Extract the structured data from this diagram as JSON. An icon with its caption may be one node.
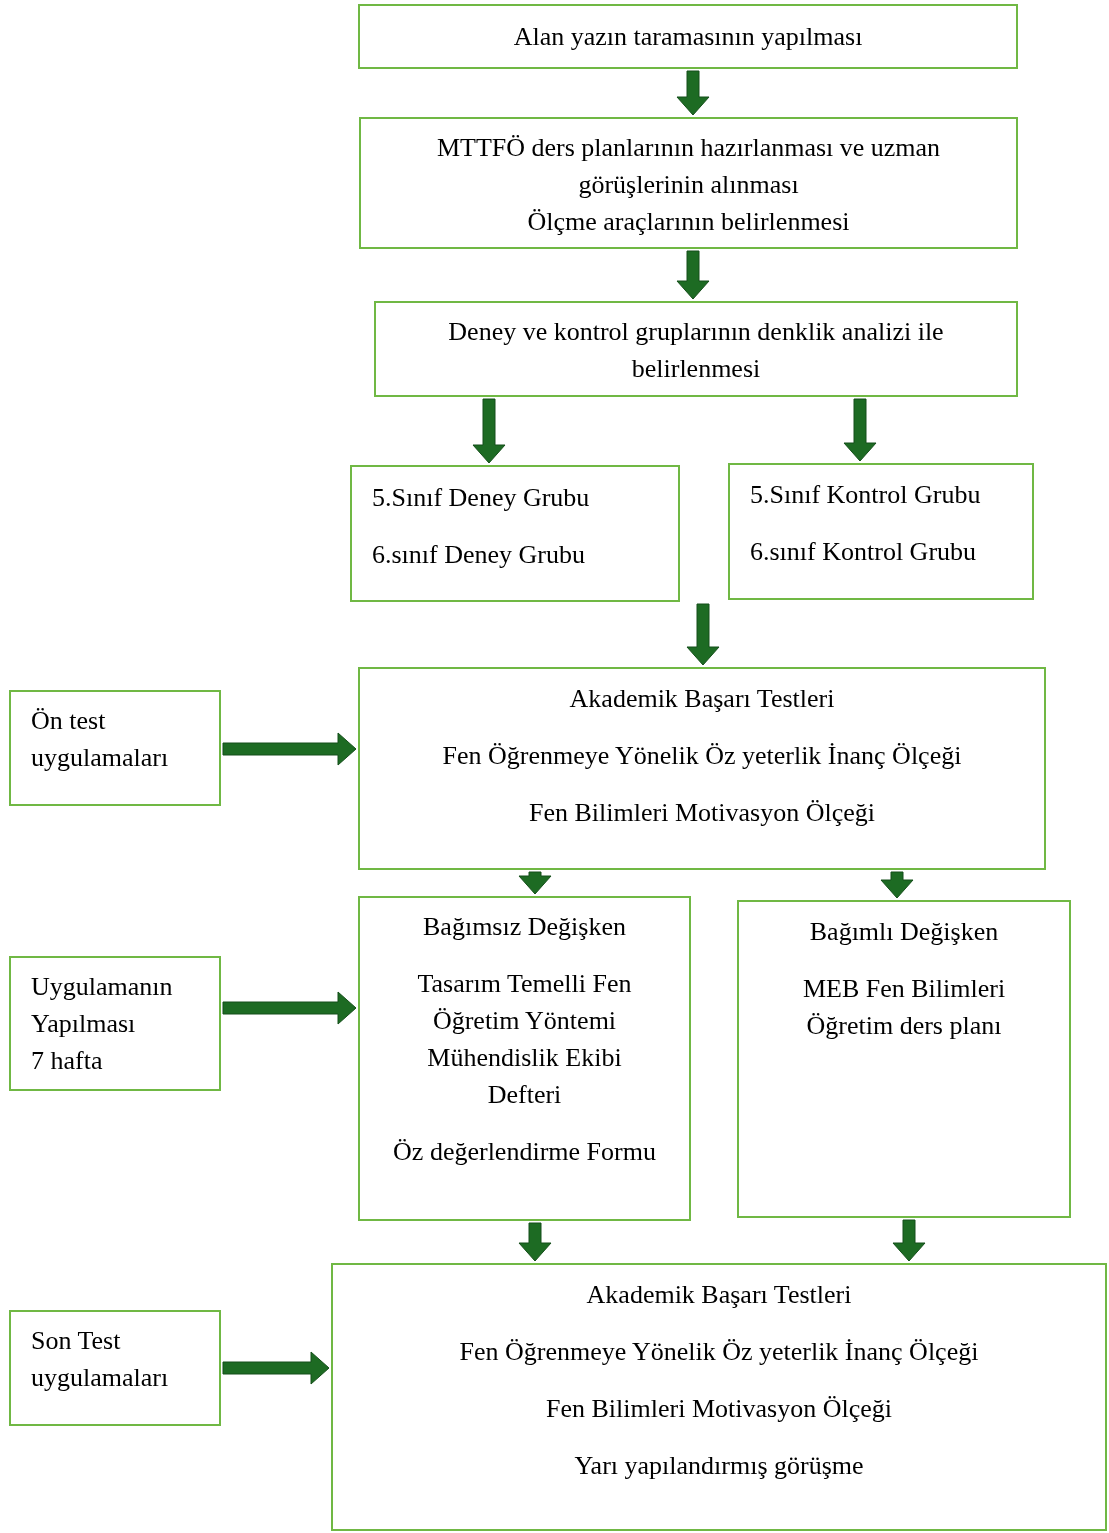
{
  "diagram": {
    "nodes": [
      {
        "text": [
          "Alan yazın taramasının yapılması"
        ]
      },
      {
        "text": [
          "MTTFÖ ders planlarının hazırlanması ve uzman görüşlerinin alınması",
          "Ölçme araçlarının belirlenmesi"
        ]
      },
      {
        "text": [
          "Deney ve kontrol gruplarının denklik analizi ile belirlenmesi"
        ]
      },
      {
        "text": [
          "5.Sınıf Deney Grubu",
          "6.sınıf Deney Grubu"
        ]
      },
      {
        "text": [
          "5.Sınıf Kontrol Grubu",
          "6.sınıf Kontrol Grubu"
        ]
      },
      {
        "text": [
          "Ön test uygulamaları"
        ]
      },
      {
        "text": [
          "Akademik Başarı Testleri",
          "Fen Öğrenmeye Yönelik Öz yeterlik İnanç Ölçeği",
          "Fen Bilimleri Motivasyon Ölçeği"
        ]
      },
      {
        "text": [
          "Uygulamanın Yapılması",
          "7 hafta"
        ]
      },
      {
        "text": [
          "Bağımsız Değişken",
          "Tasarım Temelli Fen Öğretim Yöntemi Mühendislik Ekibi Defteri",
          "Öz değerlendirme Formu"
        ]
      },
      {
        "text": [
          "Bağımlı Değişken",
          "MEB Fen Bilimleri Öğretim ders planı"
        ]
      },
      {
        "text": [
          "Son Test uygulamaları"
        ]
      },
      {
        "text": [
          "Akademik Başarı Testleri",
          "Fen Öğrenmeye Yönelik Öz yeterlik İnanç Ölçeği",
          "Fen Bilimleri Motivasyon Ölçeği",
          "Yarı yapılandırmış görüşme"
        ]
      }
    ],
    "edges": [
      {
        "from": 0,
        "to": 1,
        "arrow": "to"
      },
      {
        "from": 1,
        "to": 2,
        "arrow": "to"
      },
      {
        "from": 2,
        "to": 3,
        "arrow": "to"
      },
      {
        "from": 2,
        "to": 4,
        "arrow": "to"
      },
      {
        "from": 3,
        "to": 6,
        "arrow": "to"
      },
      {
        "from": 4,
        "to": 6,
        "arrow": "to"
      },
      {
        "from": 5,
        "to": 6,
        "arrow": "to"
      },
      {
        "from": 6,
        "to": 8,
        "arrow": "to"
      },
      {
        "from": 6,
        "to": 9,
        "arrow": "to"
      },
      {
        "from": 7,
        "to": 8,
        "arrow": "to"
      },
      {
        "from": 8,
        "to": 11,
        "arrow": "to"
      },
      {
        "from": 9,
        "to": 11,
        "arrow": "to"
      },
      {
        "from": 10,
        "to": 11,
        "arrow": "to"
      }
    ]
  }
}
